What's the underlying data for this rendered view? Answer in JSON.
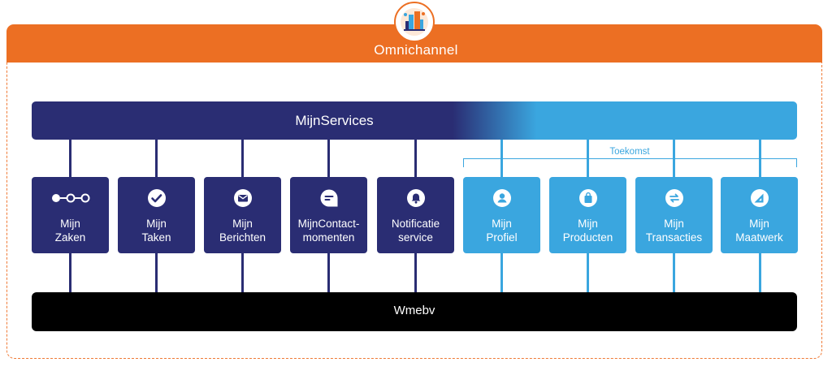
{
  "omnichannel": {
    "label": "Omnichannel",
    "logo_icon": "city-services-logo",
    "color": "#ec6f23"
  },
  "mijnservices": {
    "label": "MijnServices",
    "color_dark": "#2a2d73",
    "color_light": "#3aa6df"
  },
  "toekomst": {
    "label": "Toekomst"
  },
  "wmebv": {
    "label": "Wmebv"
  },
  "services": [
    {
      "label": "Mijn\nZaken",
      "icon": "process-steps-icon",
      "group": "current"
    },
    {
      "label": "Mijn\nTaken",
      "icon": "check-circle-icon",
      "group": "current"
    },
    {
      "label": "Mijn\nBerichten",
      "icon": "envelope-icon",
      "group": "current"
    },
    {
      "label": "MijnContact-\nmomenten",
      "icon": "chat-bubble-icon",
      "group": "current"
    },
    {
      "label": "Notificatie\nservice",
      "icon": "bell-icon",
      "group": "current"
    },
    {
      "label": "Mijn\nProfiel",
      "icon": "user-icon",
      "group": "future"
    },
    {
      "label": "Mijn\nProducten",
      "icon": "shopping-bag-icon",
      "group": "future"
    },
    {
      "label": "Mijn\nTransacties",
      "icon": "exchange-arrows-icon",
      "group": "future"
    },
    {
      "label": "Mijn\nMaatwerk",
      "icon": "set-square-icon",
      "group": "future"
    }
  ]
}
